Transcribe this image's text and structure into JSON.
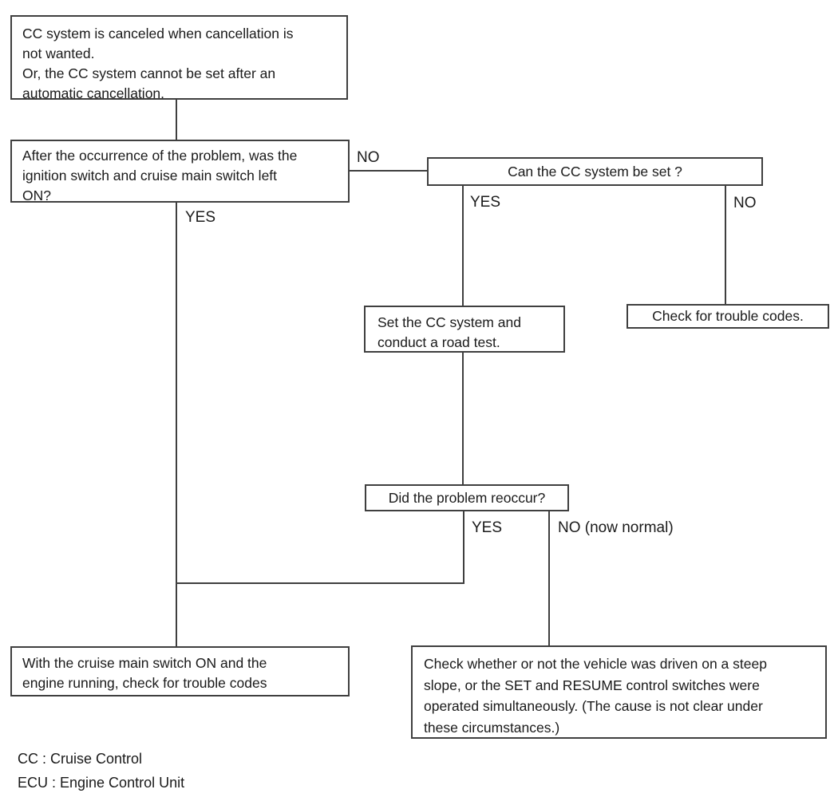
{
  "diagram": {
    "type": "flowchart",
    "colors": {
      "background": "#ffffff",
      "line": "#3f3f3f",
      "text": "#1a1a1a"
    },
    "nodes": {
      "start": {
        "text": "CC system is canceled when cancellation is\nnot wanted.\nOr, the CC system cannot be set after an\nautomatic cancellation."
      },
      "ignition_question": {
        "text": "After the occurrence of the problem, was the\nignition switch and cruise main switch left\nON?"
      },
      "can_set_question": {
        "text": "Can the CC system be set ?"
      },
      "road_test": {
        "text": "Set the CC system and\nconduct a road test."
      },
      "check_codes": {
        "text": "Check for trouble codes."
      },
      "reoccur_question": {
        "text": "Did the problem reoccur?"
      },
      "check_codes_engine": {
        "text": "With the cruise main switch ON and the\nengine running, check for trouble codes"
      },
      "check_slope": {
        "text": "Check whether or not the vehicle was driven on a steep\nslope, or the SET and RESUME control switches were\noperated simultaneously. (The cause is not clear under\nthese circumstances.)"
      }
    },
    "edge_labels": {
      "ignition_no": "NO",
      "ignition_yes": "YES",
      "can_set_yes": "YES",
      "can_set_no": "NO",
      "reoccur_yes": "YES",
      "reoccur_no": "NO (now normal)"
    },
    "legend": {
      "cc": "CC : Cruise Control",
      "ecu": "ECU : Engine Control Unit"
    }
  }
}
